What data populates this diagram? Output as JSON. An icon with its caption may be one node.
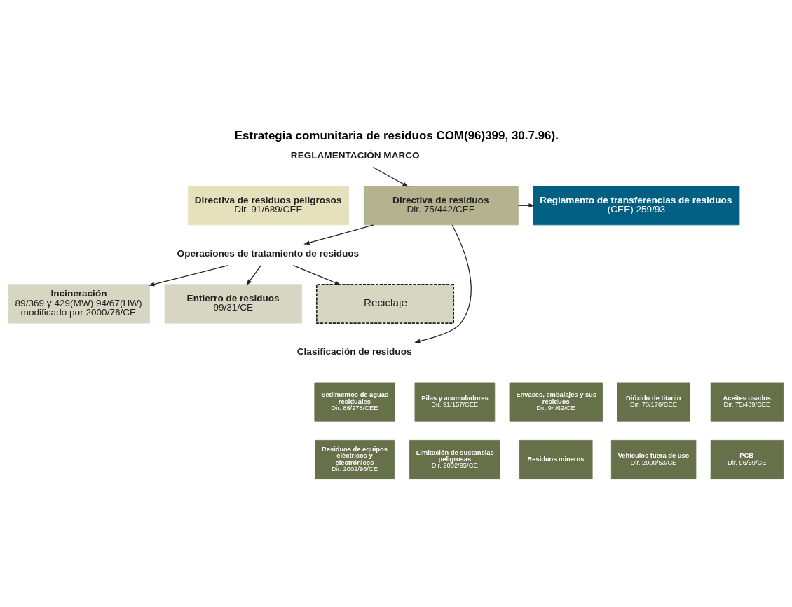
{
  "diagram": {
    "title": "Estrategia comunitaria de residuos COM(96)399, 30.7.96).",
    "nodes": [
      {
        "text": [
          "REGLAMENTACIÓN MARCO"
        ]
      },
      {
        "text": [
          "Directiva de residuos",
          "Dir. 75/442/CEE"
        ]
      },
      {
        "text": [
          "Directiva de residuos peligrosos",
          "Dir. 91/689/CEE"
        ]
      },
      {
        "text": [
          "Reglamento de transferencias de residuos",
          "(CEE) 259/93"
        ]
      },
      {
        "text": [
          "Operaciones de tratamiento de residuos"
        ]
      },
      {
        "text": [
          "Incineración",
          "89/369 y 429(MW) 94/67(HW) modificado por 2000/76/CE"
        ]
      },
      {
        "text": [
          "Entierro de residuos",
          "99/31/CE"
        ]
      },
      {
        "text": [
          "Reciclaje"
        ]
      },
      {
        "text": [
          "Clasificación de residuos"
        ]
      },
      {
        "text": [
          "Aceites usados",
          "Dir. 75/439/CEE"
        ]
      },
      {
        "text": [
          "Dióxido de titanio",
          "Dir. 78/176/CEE"
        ]
      },
      {
        "text": [
          "Sedimentos de aguas residuales",
          "Dir. 86/278/CEE"
        ]
      },
      {
        "text": [
          "Pilas y acumuladores",
          "Dir. 91/157/CEE"
        ]
      },
      {
        "text": [
          "Envases, embalajes y sus residuos",
          "Dir. 94/62/CE"
        ]
      },
      {
        "text": [
          "PCB",
          "Dir. 96/59/CE"
        ]
      },
      {
        "text": [
          "Vehículos fuera de uso",
          "Dir. 2000/53/CE"
        ]
      },
      {
        "text": [
          "Residuos de equipos eléctricos y electrónicos",
          "Dir. 2002/96/CE"
        ]
      },
      {
        "text": [
          "Limitación de sustancias peligrosas",
          "Dir. 2002/95/CE"
        ]
      },
      {
        "text": [
          "Residuos mineros"
        ]
      }
    ],
    "edges": [
      {
        "from": 0,
        "to": 1,
        "arrow": "to"
      },
      {
        "from": 1,
        "to": 3,
        "arrow": "to"
      },
      {
        "from": 1,
        "to": 4,
        "arrow": "to"
      },
      {
        "from": 1,
        "to": 8,
        "arrow": "to"
      },
      {
        "from": 4,
        "to": 5,
        "arrow": "to"
      },
      {
        "from": 4,
        "to": 6,
        "arrow": "to"
      },
      {
        "from": 4,
        "to": 7,
        "arrow": "to"
      }
    ]
  }
}
